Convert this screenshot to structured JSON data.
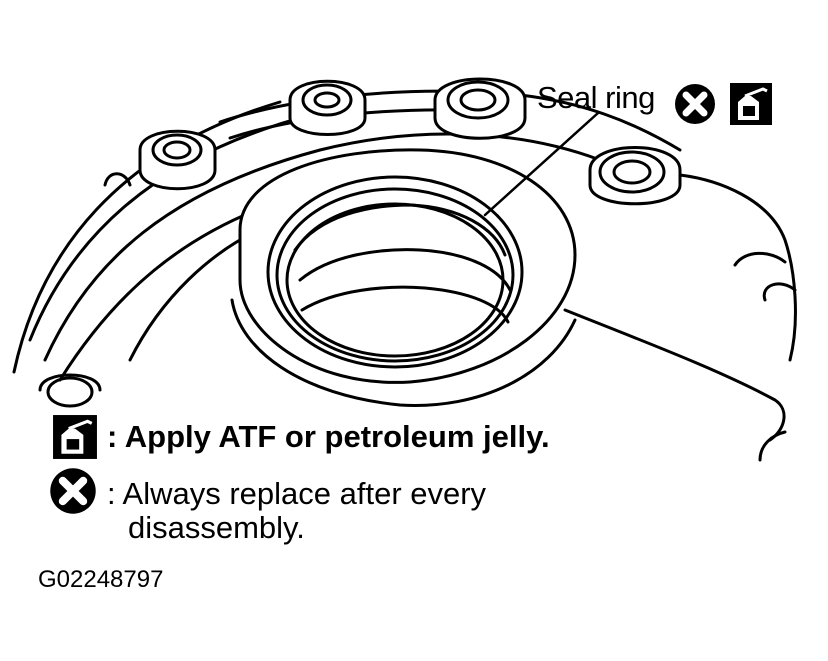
{
  "callout": {
    "label": "Seal ring",
    "icons": [
      "replace-x-icon",
      "atf-oil-can-icon"
    ]
  },
  "legend": [
    {
      "icon": "atf-oil-can-icon",
      "text": ": Apply ATF or  petroleum jelly."
    },
    {
      "icon": "replace-x-icon",
      "text_line1": ": Always replace after every",
      "text_line2": "disassembly."
    }
  ],
  "figure_id": "G02248797",
  "colors": {
    "ink": "#000000",
    "paper": "#ffffff"
  }
}
